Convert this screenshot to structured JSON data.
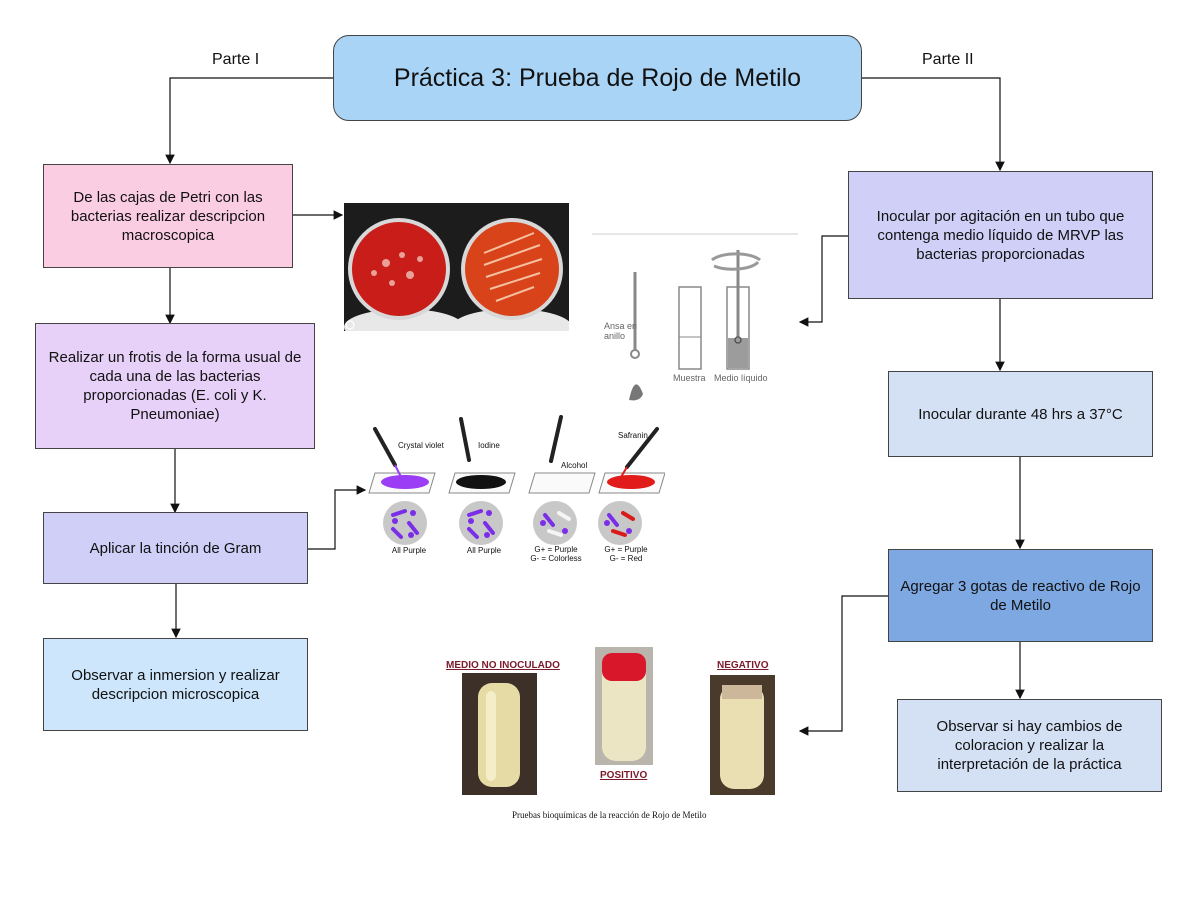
{
  "title": "Práctica 3: Prueba de Rojo de Metilo",
  "labels": {
    "part1": "Parte I",
    "part2": "Parte II"
  },
  "left": [
    "De las cajas de Petri con las bacterias realizar descripcion macroscopica",
    "Realizar un frotis de la forma usual de cada una de las bacterias proporcionadas (E. coli y K. Pneumoniae)",
    "Aplicar la tinción de Gram",
    "Observar a inmersion y realizar descripcion microscopica"
  ],
  "right": [
    "Inocular por agitación en un tubo que contenga medio líquido de MRVP las bacterias proporcionadas",
    "Inocular durante 48 hrs a 37°C",
    "Agregar 3 gotas de reactivo de Rojo de Metilo",
    "Observar si hay cambios de coloracion y realizar la interpretación de la práctica"
  ],
  "colors": {
    "title": "#aad4f5",
    "pink": "#fbcde3",
    "lilac": "#e8d1f8",
    "lavender": "#cfcff8",
    "lightblue": "#cde6fb",
    "pale": "#d4e1f5",
    "blue": "#7ea8e2"
  },
  "inoc": {
    "ansa": "Ansa en anillo",
    "muestra": "Muestra",
    "medio": "Medio líquido"
  },
  "gram": {
    "reagents": [
      "Crystal violet",
      "Iodine",
      "Alcohol",
      "Safranin"
    ],
    "results": [
      "All Purple",
      "All Purple",
      "G+ = Purple\nG- = Colorless",
      "G+ = Purple\nG- = Red"
    ]
  },
  "tubes": {
    "medio": "MEDIO NO INOCULADO",
    "negativo": "NEGATIVO",
    "positivo": "POSITIVO",
    "caption": "Pruebas bioquímicas de la reacción de Rojo de Metilo"
  }
}
